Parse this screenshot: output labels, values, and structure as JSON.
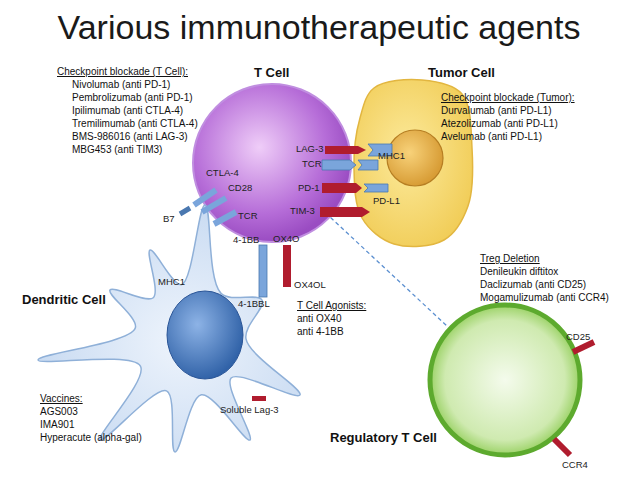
{
  "diagram": {
    "title": "Various immunotherapeutic agents",
    "nodes": [
      {
        "text": [
          "T Cell"
        ]
      },
      {
        "text": [
          "Tumor Cell"
        ]
      },
      {
        "text": [
          "Dendritic Cell"
        ]
      },
      {
        "text": [
          "Regulatory T Cell"
        ]
      }
    ],
    "edges": [
      {
        "from": 0,
        "to": 3,
        "arrow": "none"
      }
    ],
    "labels": [
      "Checkpoint blockade (T Cell):",
      "Nivolumab (anti PD-1)",
      "Pembrolizumab (anti PD-1)",
      "Ipilimumab (anti CTLA-4)",
      "Tremilimumab (anti CTLA-4)",
      "BMS-986016 (anti LAG-3)",
      "MBG453 (anti TIM3)",
      "Checkpoint blockade (Tumor):",
      "Durvalumab (anti PD-L1)",
      "Atezolizumab (anti PD-L1)",
      "Avelumab (anti PD-L1)",
      "LAG-3",
      "TCR",
      "CTLA-4",
      "PD-1",
      "CD28",
      "TIM-3",
      "TCR",
      "B7",
      "MHC1",
      "PD-L1",
      "4-1BB",
      "OX4O",
      "MHC1",
      "OX4OL",
      "4-1BBL",
      "T Cell Agonists:",
      "anti OX40",
      "anti 4-1BB",
      "Treg Deletion",
      "Denileukin diftitox",
      "Daclizumab (anti CD25)",
      "Mogamulizumab (anti CCR4)",
      "CD25",
      "Vaccines:",
      "AGS003",
      "IMA901",
      "Hyperacute (alpha-gal)",
      "Soluble Lag-3",
      "CCR4"
    ]
  }
}
